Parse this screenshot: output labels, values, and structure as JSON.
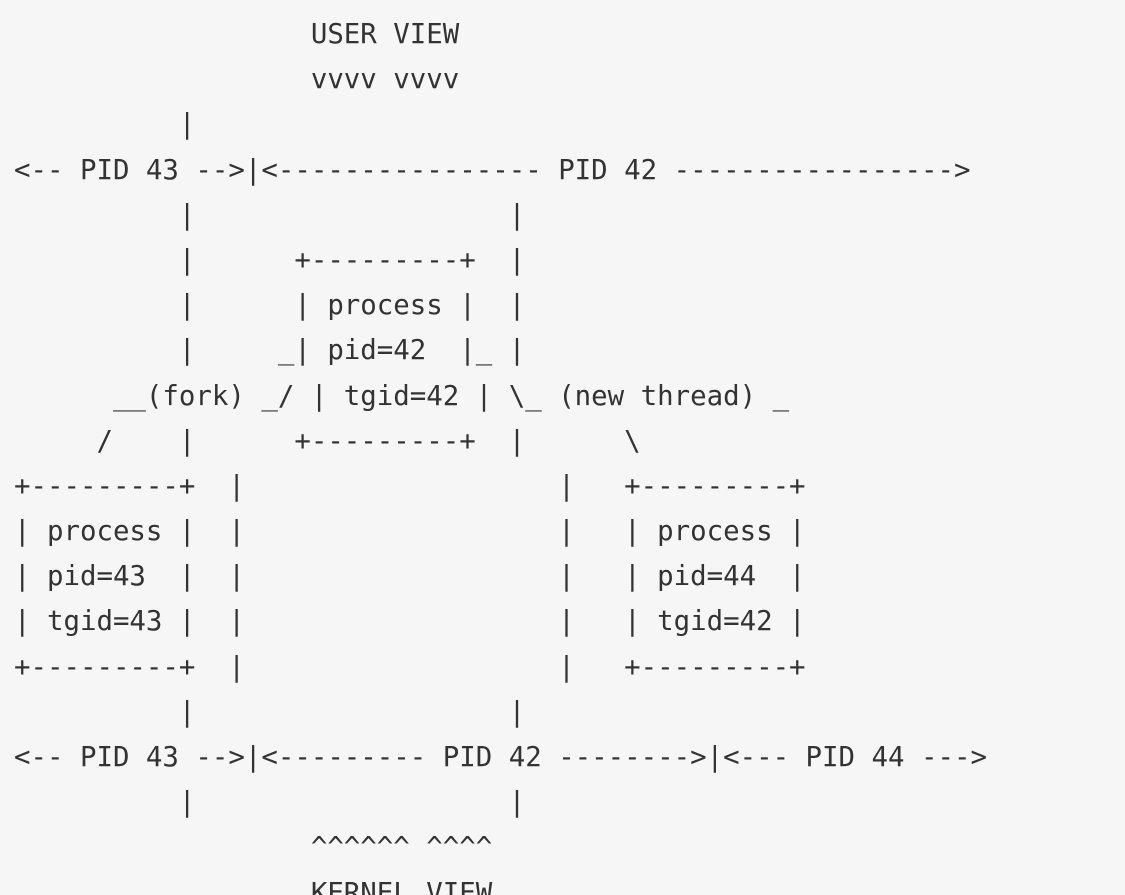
{
  "diagram": {
    "text_color": "#333333",
    "background_color": "#f6f6f6",
    "lines": [
      "                  USER VIEW",
      "                  vvvv vvvv",
      "          |",
      "<-- PID 43 -->|<---------------- PID 42 ----------------->",
      "          |                   |",
      "          |      +---------+  |",
      "          |      | process |  |",
      "          |     _| pid=42  |_ |",
      "      __(fork) _/ | tgid=42 | \\_ (new thread) _",
      "     /    |      +---------+  |      \\",
      "+---------+  |                   |   +---------+",
      "| process |  |                   |   | process |",
      "| pid=43  |  |                   |   | pid=44  |",
      "| tgid=43 |  |                   |   | tgid=42 |",
      "+---------+  |                   |   +---------+",
      "          |                   |",
      "<-- PID 43 -->|<--------- PID 42 -------->|<--- PID 44 --->",
      "          |                   |",
      "                  ^^^^^^ ^^^^",
      "                  KERNEL VIEW"
    ]
  }
}
